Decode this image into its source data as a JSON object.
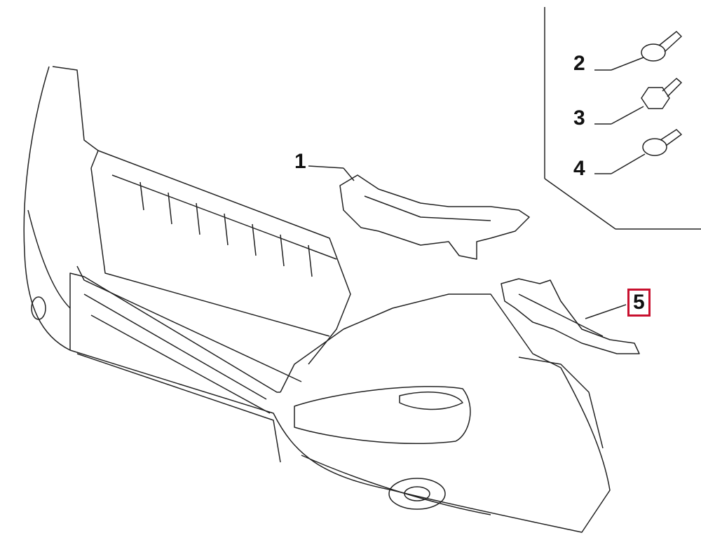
{
  "callouts": [
    {
      "id": "1",
      "label": "1"
    },
    {
      "id": "2",
      "label": "2"
    },
    {
      "id": "3",
      "label": "3"
    },
    {
      "id": "4",
      "label": "4"
    },
    {
      "id": "5",
      "label": "5",
      "highlighted": true
    }
  ],
  "colors": {
    "line": "#222222",
    "highlight": "#c8102e"
  }
}
